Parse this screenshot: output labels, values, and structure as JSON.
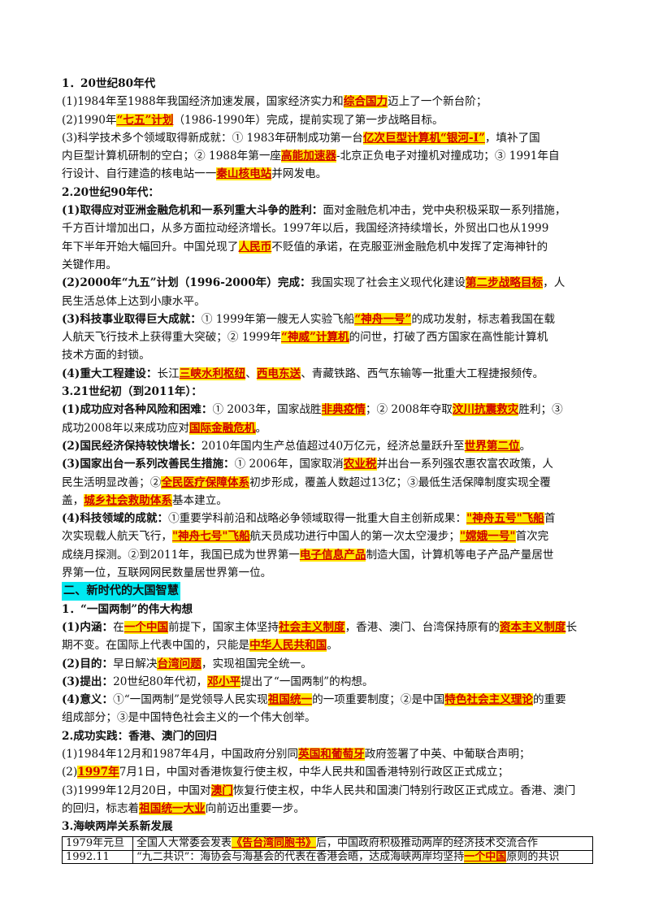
{
  "lines": [
    {
      "bold": true,
      "segs": [
        {
          "t": "1．20世纪80年代"
        }
      ]
    },
    {
      "segs": [
        {
          "t": "(1)1984年至1988年我国经济加速发展，国家经济实力和"
        },
        {
          "t": "综合国力",
          "hl": true
        },
        {
          "t": "迈上了一个新台阶；"
        }
      ]
    },
    {
      "segs": [
        {
          "t": "(2)1990年"
        },
        {
          "t": "“七五”计划",
          "hl": true
        },
        {
          "t": "（1986-1990年）完成，提前实现了第一步战略目标。"
        }
      ]
    },
    {
      "segs": [
        {
          "t": "(3)科学技术多个领域取得新成就：① 1983年研制成功第一台"
        },
        {
          "t": "亿次巨型计算机“银河-Ⅰ”",
          "hl": true
        },
        {
          "t": "，填补了国"
        }
      ]
    },
    {
      "segs": [
        {
          "t": "内巨型计算机研制的空白；② 1988年第一座"
        },
        {
          "t": "高能加速器",
          "hl": true
        },
        {
          "t": "-北京正负电子对撞机对撞成功；③ 1991年自"
        }
      ]
    },
    {
      "segs": [
        {
          "t": "行设计、自行建造的核电站一一"
        },
        {
          "t": "秦山核电站",
          "hl": true
        },
        {
          "t": "并网发电。"
        }
      ]
    },
    {
      "bold": true,
      "segs": [
        {
          "t": "2.20世纪90年代："
        }
      ]
    },
    {
      "segs": [
        {
          "t": "(1)取得应对亚洲金融危机和一系列重大斗争的胜利：",
          "b": true
        },
        {
          "t": "面对金融危机冲击，党中央积极采取一系列措施，"
        }
      ]
    },
    {
      "segs": [
        {
          "t": "千方百计增加出口，从多方面拉动经济增长。1997年以后，我国经济持续增长，外贸出口也从1999"
        }
      ]
    },
    {
      "segs": [
        {
          "t": "年下半年开始大幅回升。中国兑现了"
        },
        {
          "t": "人民币",
          "hl": true
        },
        {
          "t": "不贬值的承诺，在克服亚洲金融危机中发挥了定海神针的"
        }
      ]
    },
    {
      "segs": [
        {
          "t": "关键作用。"
        }
      ]
    },
    {
      "segs": [
        {
          "t": "(2)2000年“九五”计划（1996-2000年）完成：",
          "b": true
        },
        {
          "t": "我国实现了社会主义现代化建设"
        },
        {
          "t": "第二步战略目标",
          "hl": true
        },
        {
          "t": "，人"
        }
      ]
    },
    {
      "segs": [
        {
          "t": "民生活总体上达到小康水平。"
        }
      ]
    },
    {
      "segs": [
        {
          "t": "(3)科技事业取得巨大成就：",
          "b": true
        },
        {
          "t": "① 1999年第一艘无人实验飞船"
        },
        {
          "t": "“神舟一号”",
          "hl": true
        },
        {
          "t": "的成功发射，标志着我国在载"
        }
      ]
    },
    {
      "segs": [
        {
          "t": "人航天飞行技术上获得重大突破；② 1999年"
        },
        {
          "t": "“神威”计算机",
          "hl": true
        },
        {
          "t": "的问世，打破了西方国家在高性能计算机"
        }
      ]
    },
    {
      "segs": [
        {
          "t": "技术方面的封锁。"
        }
      ]
    },
    {
      "segs": [
        {
          "t": "(4)重大工程建设：",
          "b": true
        },
        {
          "t": "长江"
        },
        {
          "t": "三峡水利枢纽",
          "hl": true
        },
        {
          "t": "、"
        },
        {
          "t": "西电东送",
          "hl": true
        },
        {
          "t": "、青藏铁路、西气东输等一批重大工程捷报频传。"
        }
      ]
    },
    {
      "bold": true,
      "segs": [
        {
          "t": "3.21世纪初（到2011年）："
        }
      ]
    },
    {
      "segs": [
        {
          "t": "(1)成功应对各种风险和困难：",
          "b": true
        },
        {
          "t": "① 2003年，国家战胜"
        },
        {
          "t": "非典疫情",
          "hl": true
        },
        {
          "t": "；② 2008年夺取"
        },
        {
          "t": "汶川抗震救灾",
          "hl": true
        },
        {
          "t": "胜利；③"
        }
      ]
    },
    {
      "segs": [
        {
          "t": "成功2008年以来成功应对"
        },
        {
          "t": "国际金融危机",
          "hl": true
        },
        {
          "t": "。"
        }
      ]
    },
    {
      "segs": [
        {
          "t": "(2)国民经济保持较快增长：",
          "b": true
        },
        {
          "t": "2010年国内生产总值超过40万亿元，经济总量跃升至"
        },
        {
          "t": "世界第二位",
          "hl": true
        },
        {
          "t": "。"
        }
      ]
    },
    {
      "segs": [
        {
          "t": "(3)国家出台一系列改善民生措施：",
          "b": true
        },
        {
          "t": "① 2006年，国家取消"
        },
        {
          "t": "农业税",
          "hl": true
        },
        {
          "t": "并出台一系列强农惠农富农政策，人"
        }
      ]
    },
    {
      "segs": [
        {
          "t": "民生活明显改善；②"
        },
        {
          "t": "全民医疗保障体系",
          "hl": true
        },
        {
          "t": "初步形成，覆盖人数超过13亿；③最低生活保障制度实现全覆"
        }
      ]
    },
    {
      "segs": [
        {
          "t": "盖，"
        },
        {
          "t": "城乡社会救助体系",
          "hl": true
        },
        {
          "t": "基本建立。"
        }
      ]
    },
    {
      "segs": [
        {
          "t": "(4)科技领域的成就：",
          "b": true
        },
        {
          "t": "①重要学科前沿和战略必争领域取得一批重大自主创新成果："
        },
        {
          "t": "\"神舟五号\"飞船",
          "hl": true
        },
        {
          "t": "首"
        }
      ]
    },
    {
      "segs": [
        {
          "t": "次实现载人航天飞行，"
        },
        {
          "t": "\"神舟七号\"飞船",
          "hl": true
        },
        {
          "t": "航天员成功进行中国人的第一次太空漫步；"
        },
        {
          "t": "\"嫦娥一号\"",
          "hl": true
        },
        {
          "t": "首次完"
        }
      ]
    },
    {
      "segs": [
        {
          "t": "成绕月探测。②到2011年，我国已成为世界第一"
        },
        {
          "t": "电子信息产品",
          "hl": true
        },
        {
          "t": "制造大国，计算机等电子产品产量居世"
        }
      ]
    },
    {
      "segs": [
        {
          "t": "界第一位，互联网网民数量居世界第一位。"
        }
      ]
    },
    {
      "section": true,
      "segs": [
        {
          "t": "二、新时代的大国智慧"
        }
      ]
    },
    {
      "bold": true,
      "segs": [
        {
          "t": "1．“一国两制”的伟大构想"
        }
      ]
    },
    {
      "segs": [
        {
          "t": "(1)内涵：",
          "b": true
        },
        {
          "t": "在"
        },
        {
          "t": "一个中国",
          "hl": true
        },
        {
          "t": "前提下，国家主体坚持"
        },
        {
          "t": "社会主义制度",
          "hl": true
        },
        {
          "t": "，香港、澳门、台湾保持原有的"
        },
        {
          "t": "资本主义制度",
          "hl": true
        },
        {
          "t": "长"
        }
      ]
    },
    {
      "segs": [
        {
          "t": "期不变。在国际上代表中国的，只能是"
        },
        {
          "t": "中华人民共和国",
          "hl": true
        },
        {
          "t": "。"
        }
      ]
    },
    {
      "segs": [
        {
          "t": "(2)目的：",
          "b": true
        },
        {
          "t": "早日解决"
        },
        {
          "t": "台湾问题",
          "hl": true
        },
        {
          "t": "，实现祖国完全统一。"
        }
      ]
    },
    {
      "segs": [
        {
          "t": "(3)提出：",
          "b": true
        },
        {
          "t": "20世纪80年代初，"
        },
        {
          "t": "邓小平",
          "hl": true
        },
        {
          "t": "提出了“一国两制”的构想。"
        }
      ]
    },
    {
      "segs": [
        {
          "t": "(4)意义：",
          "b": true
        },
        {
          "t": "①“一国两制”是党领导人民实现"
        },
        {
          "t": "祖国统一",
          "hl": true
        },
        {
          "t": "的一项重要制度；②是中国"
        },
        {
          "t": "特色社会主义理论",
          "hl": true
        },
        {
          "t": "的重要"
        }
      ]
    },
    {
      "segs": [
        {
          "t": "组成部分；③是中国特色社会主义的一个伟大创举。"
        }
      ]
    },
    {
      "bold": true,
      "segs": [
        {
          "t": "2.成功实践：香港、澳门的回归"
        }
      ]
    },
    {
      "segs": [
        {
          "t": "(1)1984年12月和1987年4月，中国政府分别同"
        },
        {
          "t": "英国和葡萄牙",
          "hl": true
        },
        {
          "t": "政府签署了中英、中葡联合声明；"
        }
      ]
    },
    {
      "segs": [
        {
          "t": "(2)"
        },
        {
          "t": "1997年",
          "hl": true
        },
        {
          "t": "7月1日，中国对香港恢复行使主权，中华人民共和国香港特别行政区正式成立；"
        }
      ]
    },
    {
      "segs": [
        {
          "t": "(3)1999年12月20日，中国对"
        },
        {
          "t": "澳门",
          "hl": true
        },
        {
          "t": "恢复行使主权，中华人民共和国澳门特别行政区正式成立。香港、澳门"
        }
      ]
    },
    {
      "segs": [
        {
          "t": "的回归，标志着"
        },
        {
          "t": "祖国统一大业",
          "hl": true
        },
        {
          "t": "向前迈出重要一步。"
        }
      ]
    },
    {
      "bold": true,
      "segs": [
        {
          "t": "3.海峡两岸关系新发展"
        }
      ]
    }
  ],
  "table": {
    "rows": [
      {
        "date": "1979年元旦",
        "segs": [
          {
            "t": "全国人大常委会发表"
          },
          {
            "t": "《告台湾同胞书》",
            "hl": true
          },
          {
            "t": "后，中国政府积极推动两岸的经济技术交流合作"
          }
        ]
      },
      {
        "date": "1992.11",
        "segs": [
          {
            "t": "“九二共识”：海协会与海基会的代表在香港会晤，达成海峡两岸均坚持"
          },
          {
            "t": "一个中国",
            "hl": true
          },
          {
            "t": "原则的共识"
          }
        ]
      }
    ]
  },
  "colors": {
    "highlight_bg": "#ffe600",
    "highlight_text": "#d00000",
    "section_bg": "#00e8f0"
  }
}
